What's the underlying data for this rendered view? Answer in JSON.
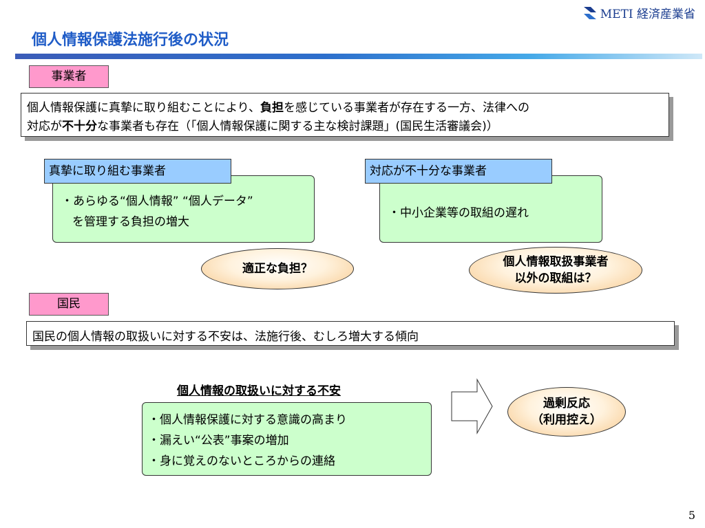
{
  "header": {
    "logo_text": "METI 経済産業省",
    "title": "個人情報保護法施行後の状況"
  },
  "business": {
    "label": "事業者",
    "summary": {
      "line1_a": "個人情報保護に真摯に取り組むことにより、",
      "line1_bold": "負担",
      "line1_b": "を感じている事業者が存在する一方、法律への",
      "line2_a": "対応が",
      "line2_bold": "不十分",
      "line2_b": "な事業者も存在（「個人情報保護に関する主な検討課題」(国民生活審議会)）"
    },
    "serious": {
      "label": "真摯に取り組む事業者",
      "line1": "・あらゆる“個人情報” “個人データ”",
      "line2": "を管理する負担の増大",
      "oval": "適正な負担？"
    },
    "insufficient": {
      "label": "対応が不十分な事業者",
      "line1": "・中小企業等の取組の遅れ",
      "oval_line1": "個人情報取扱事業者",
      "oval_line2": "以外の取組は？"
    }
  },
  "citizens": {
    "label": "国民",
    "summary": "国民の個人情報の取扱いに対する不安は、法施行後、むしろ増大する傾向",
    "anxiety_heading": "個人情報の取扱いに対する不安",
    "items": [
      "・個人情報保護に対する意識の高まり",
      "・漏えい“公表”事案の増加",
      "・身に覚えのないところからの連絡"
    ],
    "result_line1": "過剰反応",
    "result_line2": "（利用控え）"
  },
  "footer": {
    "page_number": "5"
  },
  "colors": {
    "title": "#1f5cc7",
    "pink_label": "#ff99cc",
    "blue_label": "#99ccff",
    "green_box": "#ccffcc",
    "oval_edge": "#f7c88c"
  }
}
